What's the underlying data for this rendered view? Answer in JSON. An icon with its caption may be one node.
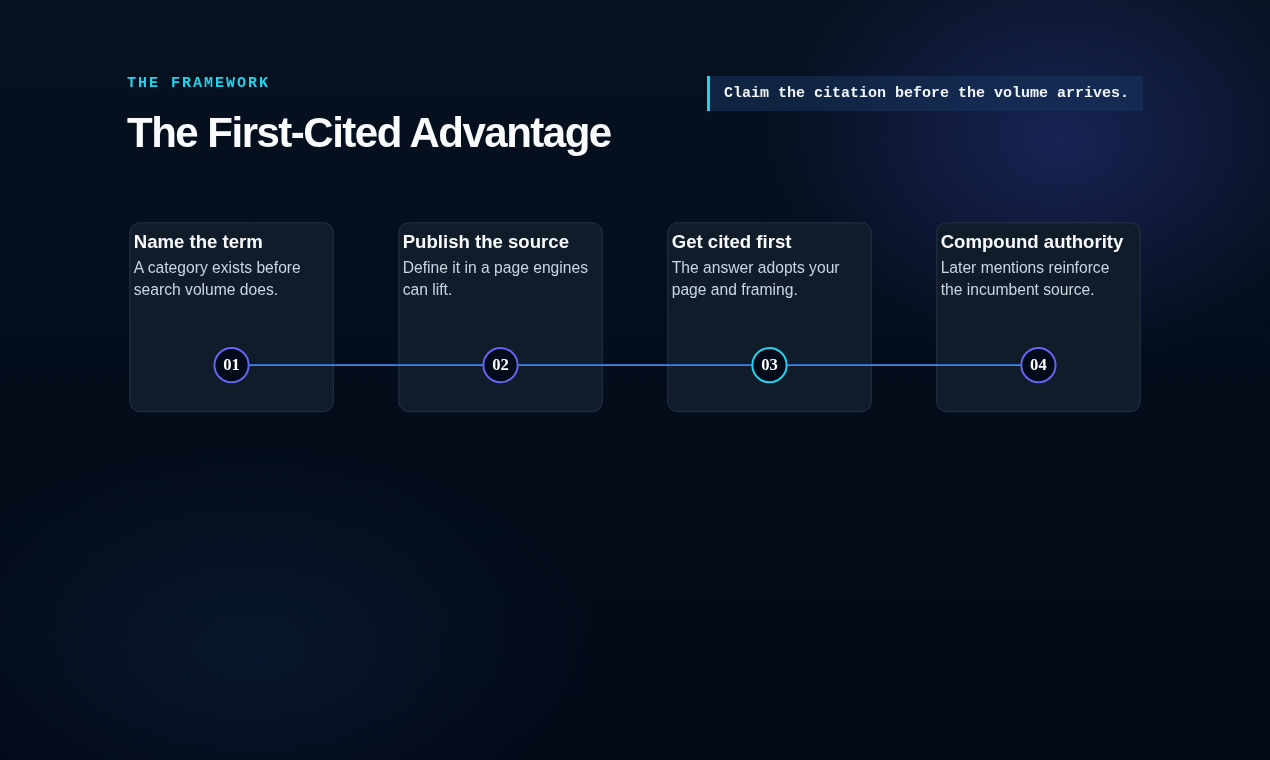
{
  "diagram": {
    "title": "The First-Cited Advantage",
    "nodes": [
      {
        "text": [
          "Name the term",
          "A category exists before search volume does."
        ]
      },
      {
        "text": [
          "01"
        ],
        "in": 0
      },
      {
        "text": [
          "Publish the source",
          "Define it in a page engines can lift."
        ]
      },
      {
        "text": [
          "02"
        ],
        "in": 2
      },
      {
        "text": [
          "Get cited first",
          "The answer adopts your page and framing."
        ]
      },
      {
        "text": [
          "03"
        ],
        "in": 4
      },
      {
        "text": [
          "Compound authority",
          "Later mentions reinforce the incumbent source."
        ]
      },
      {
        "text": [
          "04"
        ],
        "in": 6
      }
    ],
    "edges": [
      {
        "from": 1,
        "to": 3,
        "arrow": "none"
      },
      {
        "from": 3,
        "to": 5,
        "arrow": "none"
      },
      {
        "from": 5,
        "to": 7,
        "arrow": "none"
      }
    ],
    "labels": [
      "THE FRAMEWORK",
      "Claim the citation before the volume arrives."
    ]
  }
}
